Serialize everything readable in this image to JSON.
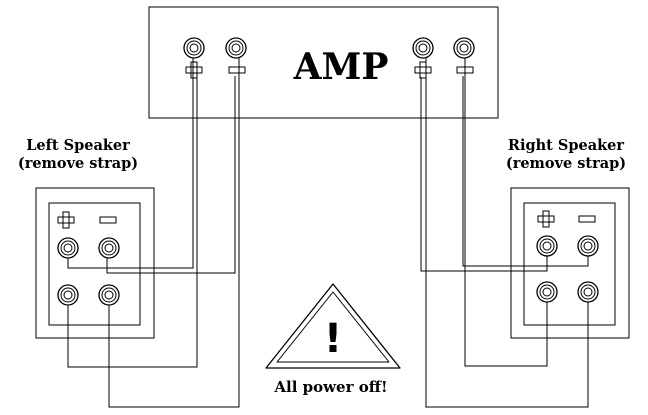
{
  "amp": {
    "label": "AMP"
  },
  "left_speaker": {
    "title_line1": "Left Speaker",
    "title_line2": "(remove strap)"
  },
  "right_speaker": {
    "title_line1": "Right Speaker",
    "title_line2": "(remove strap)"
  },
  "warning": {
    "label": "All power off!",
    "symbol": "!"
  },
  "colors": {
    "line": "#000000",
    "background": "#ffffff"
  }
}
